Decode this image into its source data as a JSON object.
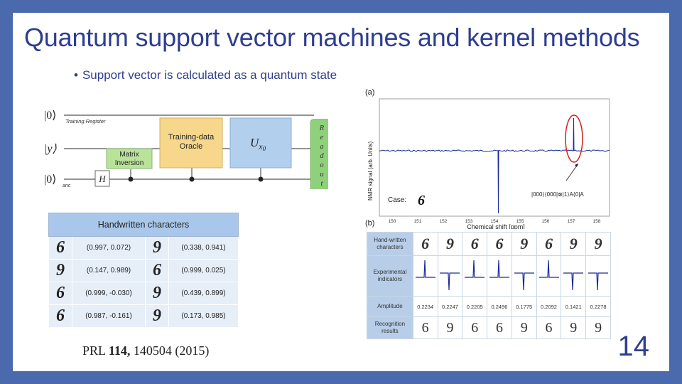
{
  "slide": {
    "title": "Quantum support vector machines and kernel methods",
    "bullet": "Support vector is calculated as a quantum state",
    "page_number": "14",
    "reference": {
      "prefix": "PRL ",
      "volume": "114,",
      "rest": " 140504 (2015)"
    }
  },
  "circuit": {
    "kets": [
      "|0⟩",
      "|y⟩",
      "|0⟩"
    ],
    "ket_sub_anc": "anc",
    "training_register": "Training Register",
    "matrix_inversion": [
      "Matrix",
      "Inversion"
    ],
    "oracle": [
      "Training-data",
      "Oracle"
    ],
    "unitary": "U",
    "unitary_sub": "x",
    "unitary_sub2": "0",
    "hadamard": "H",
    "readout": [
      "R",
      "e",
      "a",
      "d",
      "o",
      "u",
      "t"
    ],
    "colors": {
      "oracle": "#f7d78b",
      "unitary": "#b3cfee",
      "matrix": "#b9e29a",
      "readout": "#8fd07a"
    }
  },
  "hw_table": {
    "header": "Handwritten characters",
    "rows": [
      {
        "d1": "6",
        "v1": "(0.997,  0.072)",
        "d2": "9",
        "v2": "(0.338, 0.941)"
      },
      {
        "d1": "9",
        "v1": "(0.147, 0.989)",
        "d2": "6",
        "v2": "(0.999, 0.025)"
      },
      {
        "d1": "6",
        "v1": "(0.999, -0.030)",
        "d2": "9",
        "v2": "(0.439, 0.899)"
      },
      {
        "d1": "6",
        "v1": "(0.987, -0.161)",
        "d2": "9",
        "v2": "(0.173, 0.985)"
      }
    ]
  },
  "nmr_plot": {
    "panel_a": "(a)",
    "panel_b": "(b)",
    "ylabel": "NMR signal  (arb. Units)",
    "xlabel": "Chemical shift  [ppm]",
    "case_label": "Case:",
    "case_digit": "6",
    "annotation": "|000⟩⟨000|⊗|1⟩A⟨0|A",
    "xticks": [
      "150",
      "151",
      "152",
      "153",
      "154",
      "155",
      "156",
      "157",
      "158"
    ],
    "colors": {
      "trace": "#1a2a9a",
      "circle": "#d22020"
    }
  },
  "recog_table": {
    "row_labels": [
      "Hand-written characters",
      "Experimental indicators",
      "Amplitude",
      "Recognition results"
    ],
    "digits": [
      "6",
      "9",
      "6",
      "6",
      "9",
      "6",
      "9",
      "9"
    ],
    "amplitudes": [
      "0.2234",
      "0.2247",
      "0.2205",
      "0.2496",
      "0.1775",
      "0.2092",
      "0.1421",
      "0.2278"
    ],
    "results": [
      "6",
      "9",
      "6",
      "6",
      "9",
      "6",
      "9",
      "9"
    ]
  }
}
